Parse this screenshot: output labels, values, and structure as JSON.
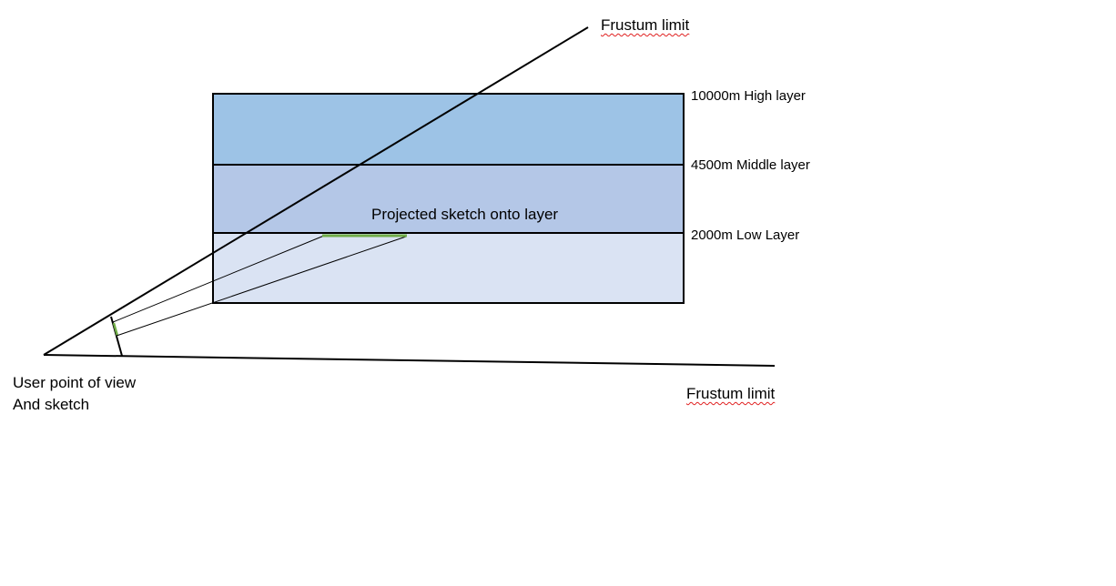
{
  "colors": {
    "high_layer": "#9dc3e6",
    "middle_layer": "#b4c7e7",
    "low_layer": "#dae3f3",
    "outline": "#000000",
    "sketch": "#70ad47",
    "spellcheck_underline": "#e02020"
  },
  "labels": {
    "frustum_top": "Frustum limit",
    "high_layer": "10000m High layer",
    "middle_layer": "4500m Middle layer",
    "low_layer": "2000m Low Layer",
    "projected": "Projected sketch onto layer",
    "user_line1": "User point of view",
    "user_line2": "And sketch",
    "frustum_bottom": "Frustum limit"
  }
}
